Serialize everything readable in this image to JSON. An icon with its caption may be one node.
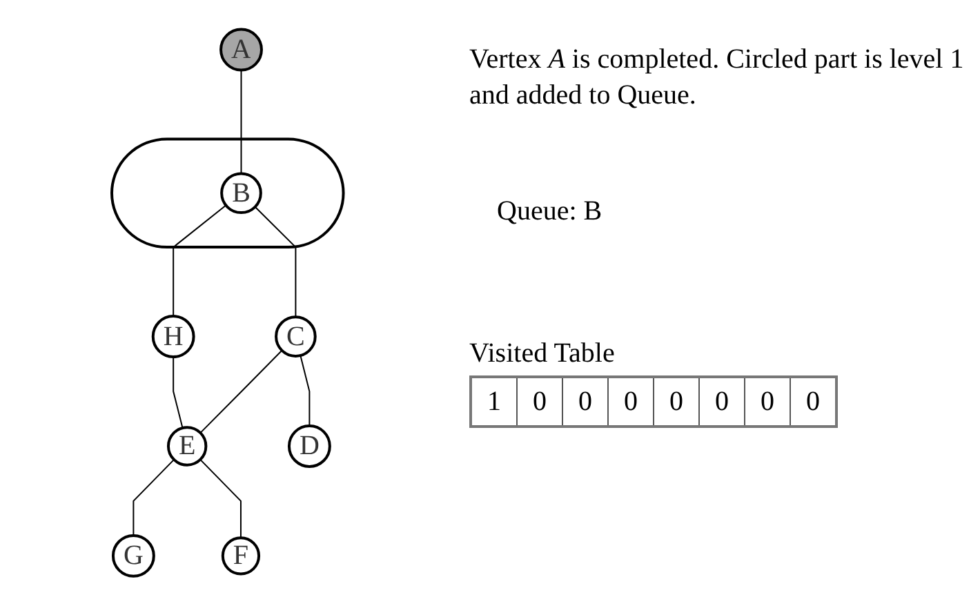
{
  "diagram": {
    "nodes": [
      {
        "text": [
          "A"
        ]
      },
      {
        "text": [],
        "shape": "box"
      },
      {
        "text": [
          "B"
        ],
        "in": 1
      },
      {
        "text": [
          "H"
        ]
      },
      {
        "text": [
          "C"
        ]
      },
      {
        "text": [
          "E"
        ]
      },
      {
        "text": [
          "G"
        ]
      },
      {
        "text": [
          "D"
        ]
      },
      {
        "text": [
          "F"
        ]
      }
    ],
    "edges": [
      {
        "from": 0,
        "to": 2,
        "arrow": "none"
      },
      {
        "from": 2,
        "to": 3,
        "arrow": "none"
      },
      {
        "from": 2,
        "to": 4,
        "arrow": "none"
      },
      {
        "from": 3,
        "to": 5,
        "arrow": "none"
      },
      {
        "from": 4,
        "to": 5,
        "arrow": "none"
      },
      {
        "from": 5,
        "to": 6,
        "arrow": "none"
      },
      {
        "from": 4,
        "to": 7,
        "arrow": "none"
      },
      {
        "from": 5,
        "to": 8,
        "arrow": "none"
      }
    ],
    "labels": [
      "Vertex *A* is completed. Circled part is level 1 and added to Queue.",
      "Queue: B",
      "Visited Table",
      "1",
      "0",
      "0",
      "0",
      "0",
      "0",
      "0",
      "0"
    ]
  }
}
